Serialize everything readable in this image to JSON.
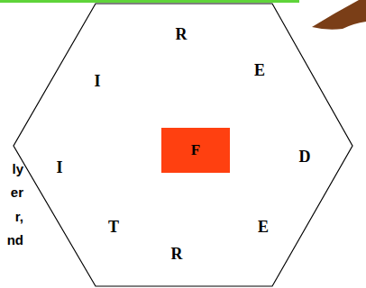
{
  "diagram": {
    "nodes": [
      {
        "text": [
          "R",
          "E",
          "D",
          "E",
          "R",
          "T",
          "I",
          "I"
        ]
      },
      {
        "text": [
          "F"
        ],
        "in": 0
      }
    ],
    "labels": [
      "ly",
      "er",
      "r,",
      "nd"
    ]
  }
}
